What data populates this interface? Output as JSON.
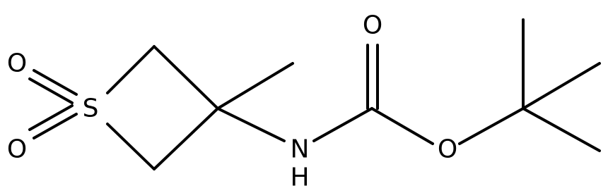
{
  "molecule": {
    "atoms": {
      "sulfur": "S",
      "oxygen_top": "O",
      "oxygen_bottom": "O",
      "nitrogen_n": "N",
      "nitrogen_h": "H",
      "carbonyl_oxygen": "O",
      "ester_oxygen": "O"
    }
  },
  "colors": {
    "bond": "#000000",
    "label": "#000000",
    "background": "#ffffff"
  }
}
